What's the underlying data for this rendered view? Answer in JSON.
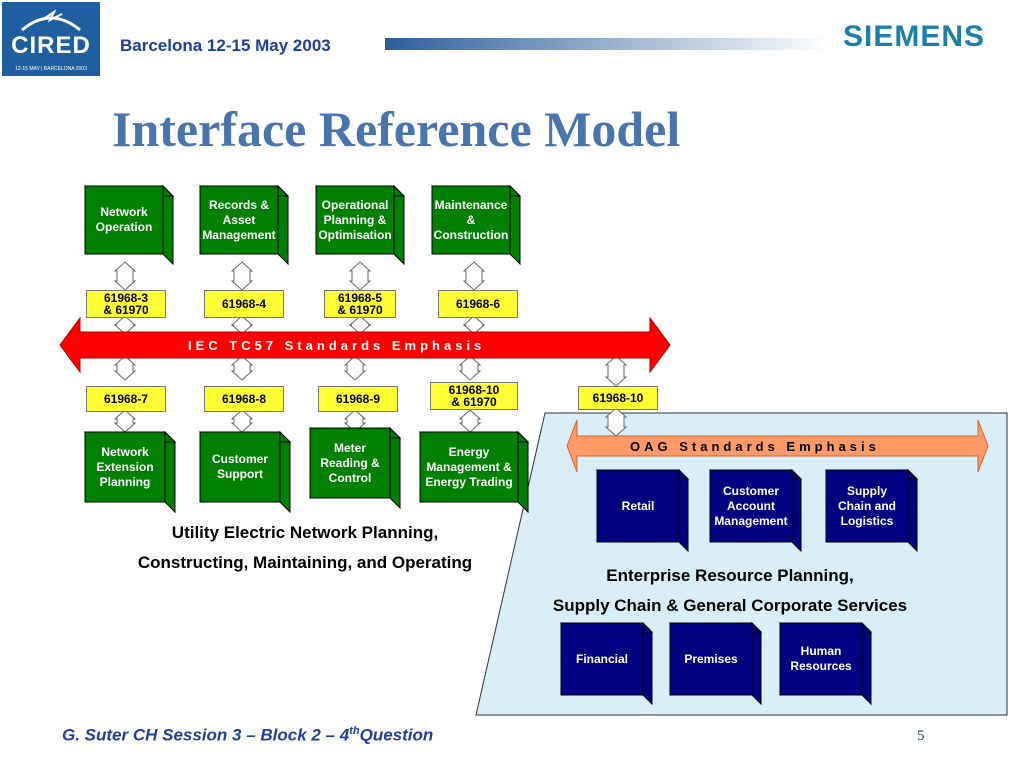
{
  "header": {
    "logo_text": "CIRED",
    "logo_subtext": "12-15 MAY | BARCELONA 2003",
    "event": "Barcelona  12-15 May 2003",
    "company": "SIEMENS"
  },
  "title": "Interface Reference Model",
  "utility": {
    "top_boxes": [
      {
        "label": "Network\nOperation"
      },
      {
        "label": "Records &\nAsset\nManagement"
      },
      {
        "label": "Operational\nPlanning &\nOptimisation"
      },
      {
        "label": "Maintenance\n&\nConstruction"
      }
    ],
    "top_standards": [
      "61968-3\n& 61970",
      "61968-4",
      "61968-5\n& 61970",
      "61968-6"
    ],
    "band_label": "IEC TC57  Standards  Emphasis",
    "bottom_standards": [
      "61968-7",
      "61968-8",
      "61968-9",
      "61968-10\n& 61970"
    ],
    "bottom_boxes": [
      {
        "label": "Network\nExtension\nPlanning"
      },
      {
        "label": "Customer\nSupport"
      },
      {
        "label": "Meter\nReading &\nControl"
      },
      {
        "label": "Energy\nManagement  &\nEnergy Trading"
      }
    ],
    "caption_line1": "Utility Electric Network Planning,",
    "caption_line2": "Constructing, Maintaining, and Operating"
  },
  "enterprise": {
    "link_standard": "61968-10",
    "band_label": "OAG  Standards  Emphasis",
    "top_boxes": [
      {
        "label": "Retail"
      },
      {
        "label": "Customer\nAccount\nManagement"
      },
      {
        "label": "Supply\nChain and\nLogistics"
      }
    ],
    "caption_line1": "Enterprise Resource Planning,",
    "caption_line2": "Supply Chain & General Corporate Services",
    "bottom_boxes": [
      {
        "label": "Financial"
      },
      {
        "label": "Premises"
      },
      {
        "label": "Human\nResources"
      }
    ]
  },
  "colors": {
    "utility_box": "#008000",
    "enterprise_box": "#000080",
    "standard_label": "#ffff33",
    "iec_band": "#ff0000",
    "oag_band": "#ff9966",
    "enterprise_panel": "#d9eef6",
    "title": "#4a74ad",
    "header_text": "#1f3f99"
  },
  "footer": {
    "text": "G. Suter   CH   Session 3   –  Block  2  –  4",
    "superscript": "th",
    "text_end": "Question",
    "page_number": "5"
  }
}
